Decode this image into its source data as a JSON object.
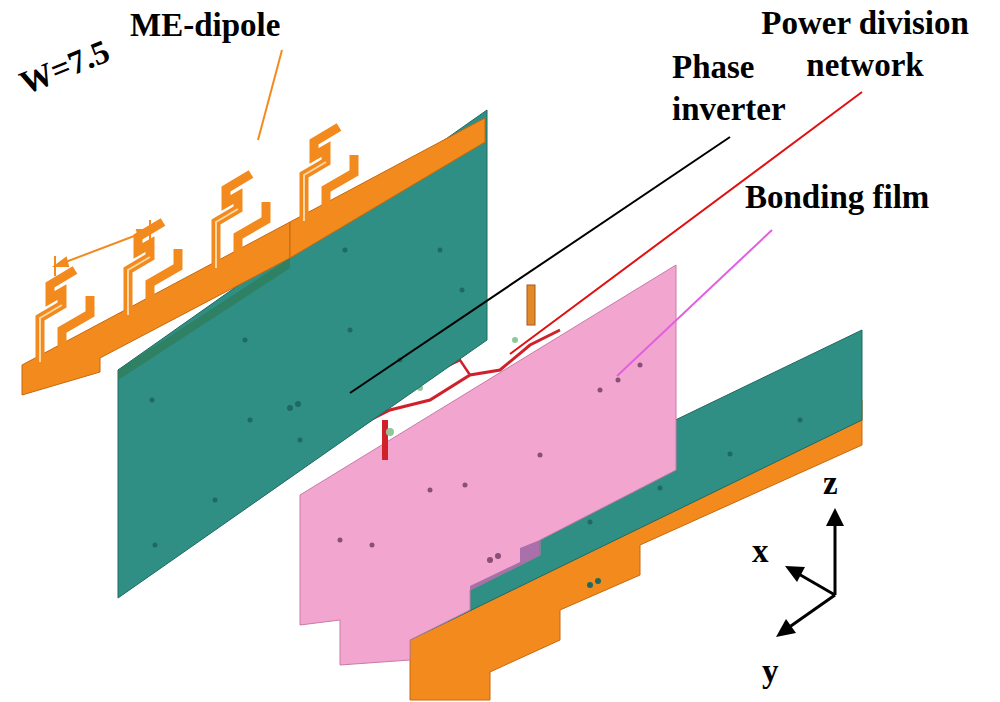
{
  "diagram": {
    "labels": [
      "ME-dipole",
      "W=7.5",
      "Phase inverter",
      "Power division network",
      "Bonding film",
      "z",
      "x",
      "y"
    ]
  }
}
